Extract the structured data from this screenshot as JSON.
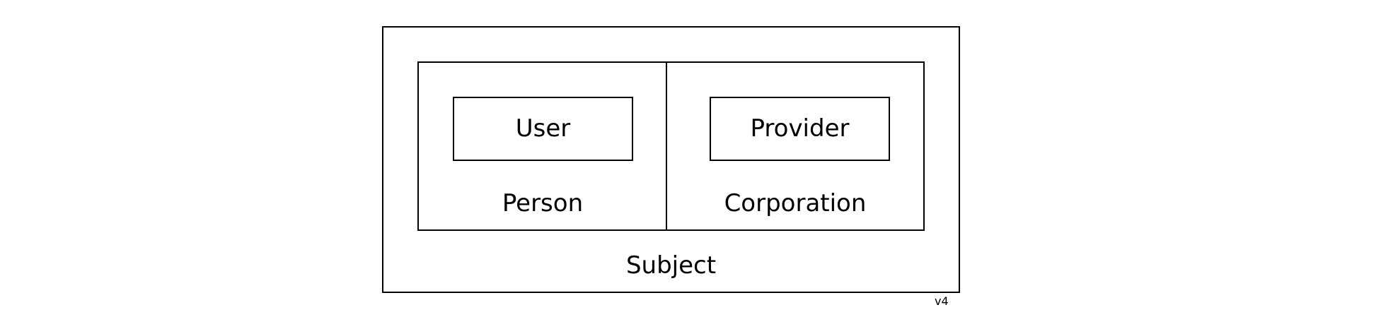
{
  "diagram": {
    "subject": {
      "label": "Subject"
    },
    "person": {
      "label": "Person"
    },
    "corporation": {
      "label": "Corporation"
    },
    "user": {
      "label": "User"
    },
    "provider": {
      "label": "Provider"
    },
    "version": "v4"
  }
}
